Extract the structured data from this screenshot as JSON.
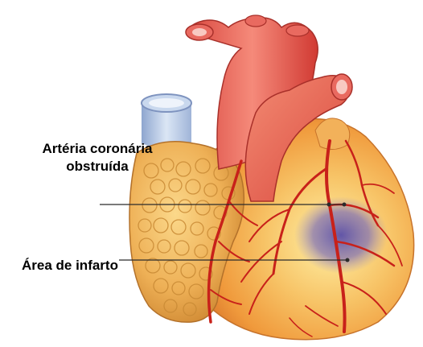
{
  "labels": {
    "artery_line1": "Artéria coronária",
    "artery_line2": "obstruída",
    "infarct": "Área de infarto"
  },
  "colors": {
    "background": "#ffffff",
    "label_text": "#000000",
    "leader_line": "#2b2b2b",
    "aorta": "#e9574f",
    "heart_muscle": "#f5b25a",
    "fat_tissue": "#e9a84e",
    "coronary_artery": "#c8211a",
    "infarct_zone": "#6a5aa8",
    "vena_cava": "#b8c9e6"
  }
}
